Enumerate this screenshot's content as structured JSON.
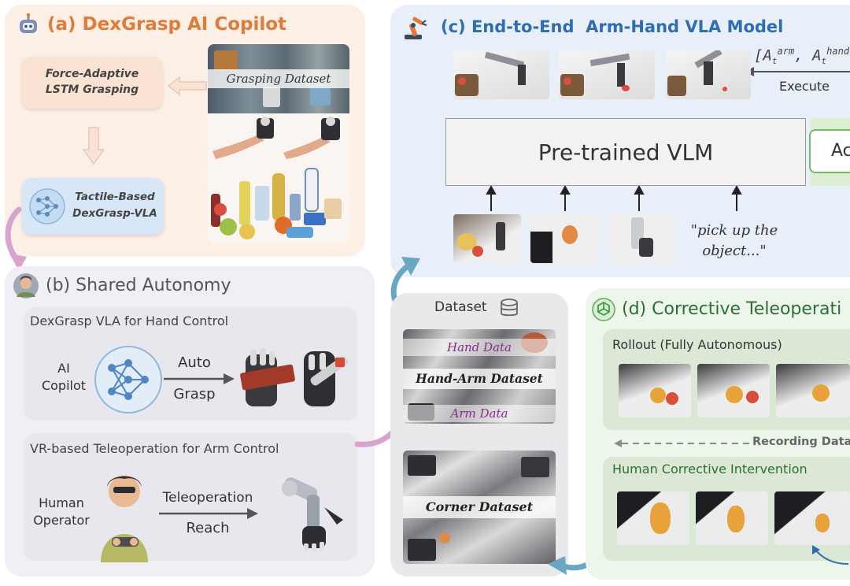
{
  "panel_a": {
    "title": "(a) DexGrasp AI Copilot",
    "force_box": [
      "Force-Adaptive",
      "LSTM Grasping"
    ],
    "tactile_box": [
      "Tactile-Based",
      "DexGrasp-VLA"
    ],
    "dataset_label": "Grasping Dataset"
  },
  "panel_b": {
    "title": "(b) Shared Autonomy",
    "hand_control": {
      "heading": "DexGrasp VLA for Hand Control",
      "ai_label": [
        "AI",
        "Copilot"
      ],
      "arrow_top": "Auto",
      "arrow_bottom": "Grasp"
    },
    "arm_control": {
      "heading": "VR-based Teleoperation for Arm Control",
      "human_label": [
        "Human",
        "Operator"
      ],
      "arrow_top": "Teleoperation",
      "arrow_bottom": "Reach"
    }
  },
  "panel_c": {
    "title": "(c) End-to-End  Arm-Hand VLA Model",
    "action_notation": "[A",
    "action_sup_arm": "arm",
    "action_sub_t1": "t",
    "action_comma": ", A",
    "action_sup_hand": "hand",
    "action_sub_t2": "t",
    "execute": "Execute",
    "vlm": "Pre-trained VLM",
    "action_box": "Ac",
    "instruction": [
      "\"pick up the",
      "object...\""
    ]
  },
  "dataset_panel": {
    "title": "Dataset",
    "hand_data": "Hand Data",
    "hand_arm": "Hand-Arm Dataset",
    "arm_data": "Arm Data",
    "corner": "Corner Dataset"
  },
  "panel_d": {
    "title": "(d) Corrective Teleoperati",
    "rollout": "Rollout (Fully Autonomous)",
    "recording": "Recording Data",
    "intervention": "Human Corrective Intervention"
  },
  "colors": {
    "accent_orange": "#e07b39",
    "panel_a_bg": "#fcefe6",
    "panel_b_bg": "#f1eef6",
    "panel_c_bg": "#e8eff8",
    "panel_d_bg": "#edf6ea",
    "teal_arrow": "#6aa7c2",
    "pink_arrow": "#d7a3cf"
  }
}
